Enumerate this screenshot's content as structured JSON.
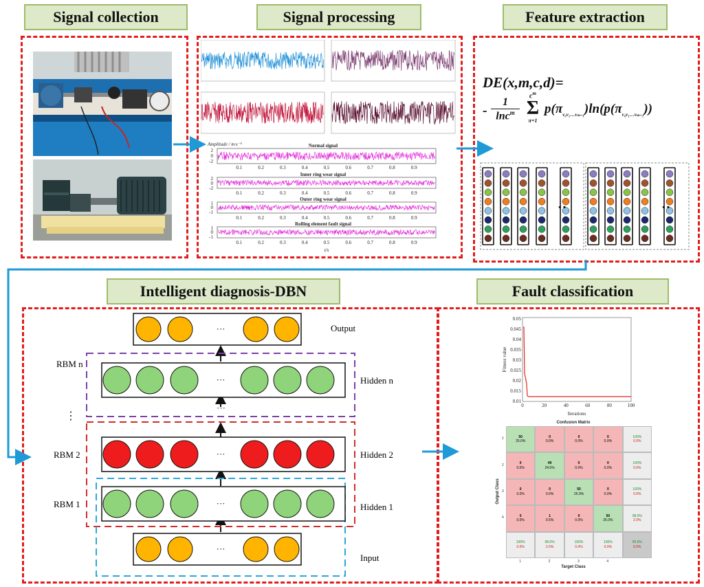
{
  "titles": {
    "signal_collection": "Signal collection",
    "signal_processing": "Signal processing",
    "feature_extraction": "Feature extraction",
    "intelligent_diagnosis": "Intelligent diagnosis-DBN",
    "fault_classification": "Fault classification"
  },
  "processing": {
    "ylabel": "Amplitude / m·s⁻²",
    "xlabel": "t/s",
    "signals": [
      "Normal signal",
      "Inner ring wear signal",
      "Outer ring wear signal",
      "Rolling element fault signal"
    ],
    "ticks": [
      "0.1",
      "0.2",
      "0.3",
      "0.4",
      "0.5",
      "0.6",
      "0.7",
      "0.8",
      "0.9"
    ],
    "yticks_a": [
      "2",
      "0",
      "-2"
    ],
    "yticks_b": [
      "1",
      "0",
      "-1"
    ]
  },
  "formula": {
    "line1": "DE(x,m,c,d)=",
    "minus": "-",
    "numerator": "1",
    "denominator": "lnc",
    "den_sup": "m",
    "sum_top": "c",
    "sum_top_sup": "m",
    "sum_bottom": "π=1",
    "body": "p(π",
    "body_ln": ")ln(p(π",
    "sub": "v₀v₁…vₘ₋₁",
    "close": "))"
  },
  "feature_dots": "··",
  "dbn": {
    "output_label": "Output",
    "hidden_n_label": "Hidden n",
    "hidden_2_label": "Hidden 2",
    "hidden_1_label": "Hidden 1",
    "input_label": "Input",
    "rbm_n": "RBM n",
    "rbm_2": "RBM 2",
    "rbm_1": "RBM 1",
    "vdots": "⋮",
    "ellipsis": "···",
    "colors": {
      "output": "#ffb400",
      "hidden": "#8fd47a",
      "hidden2": "#ee1c1c",
      "input": "#ffb400"
    }
  },
  "fitness_chart": {
    "ylabel": "Fitness value",
    "xlabel": "Iterations",
    "yticks": [
      "0.05",
      "0.045",
      "0.04",
      "0.035",
      "0.03",
      "0.025",
      "0.02",
      "0.015",
      "0.01"
    ],
    "xticks": [
      "0",
      "20",
      "40",
      "60",
      "80",
      "100"
    ]
  },
  "confusion": {
    "title": "Confusion Matrix",
    "ylabel": "Output Class",
    "xlabel": "Target Class",
    "row_labels": [
      "1",
      "2",
      "3",
      "4"
    ],
    "col_labels": [
      "1",
      "2",
      "3",
      "4"
    ],
    "cells": [
      [
        [
          "50",
          "25.0%"
        ],
        [
          "0",
          "0.0%"
        ],
        [
          "0",
          "0.0%"
        ],
        [
          "0",
          "0.0%"
        ],
        [
          "100%",
          "0.0%"
        ]
      ],
      [
        [
          "0",
          "0.0%"
        ],
        [
          "49",
          "24.5%"
        ],
        [
          "0",
          "0.0%"
        ],
        [
          "0",
          "0.0%"
        ],
        [
          "100%",
          "0.0%"
        ]
      ],
      [
        [
          "0",
          "0.0%"
        ],
        [
          "0",
          "0.0%"
        ],
        [
          "50",
          "25.0%"
        ],
        [
          "0",
          "0.0%"
        ],
        [
          "100%",
          "0.0%"
        ]
      ],
      [
        [
          "0",
          "0.0%"
        ],
        [
          "1",
          "0.5%"
        ],
        [
          "0",
          "0.0%"
        ],
        [
          "50",
          "25.0%"
        ],
        [
          "98.0%",
          "2.0%"
        ]
      ],
      [
        [
          "100%",
          "0.0%"
        ],
        [
          "98.0%",
          "2.0%"
        ],
        [
          "100%",
          "0.0%"
        ],
        [
          "100%",
          "0.0%"
        ],
        [
          "99.5%",
          "0.5%"
        ]
      ]
    ]
  }
}
